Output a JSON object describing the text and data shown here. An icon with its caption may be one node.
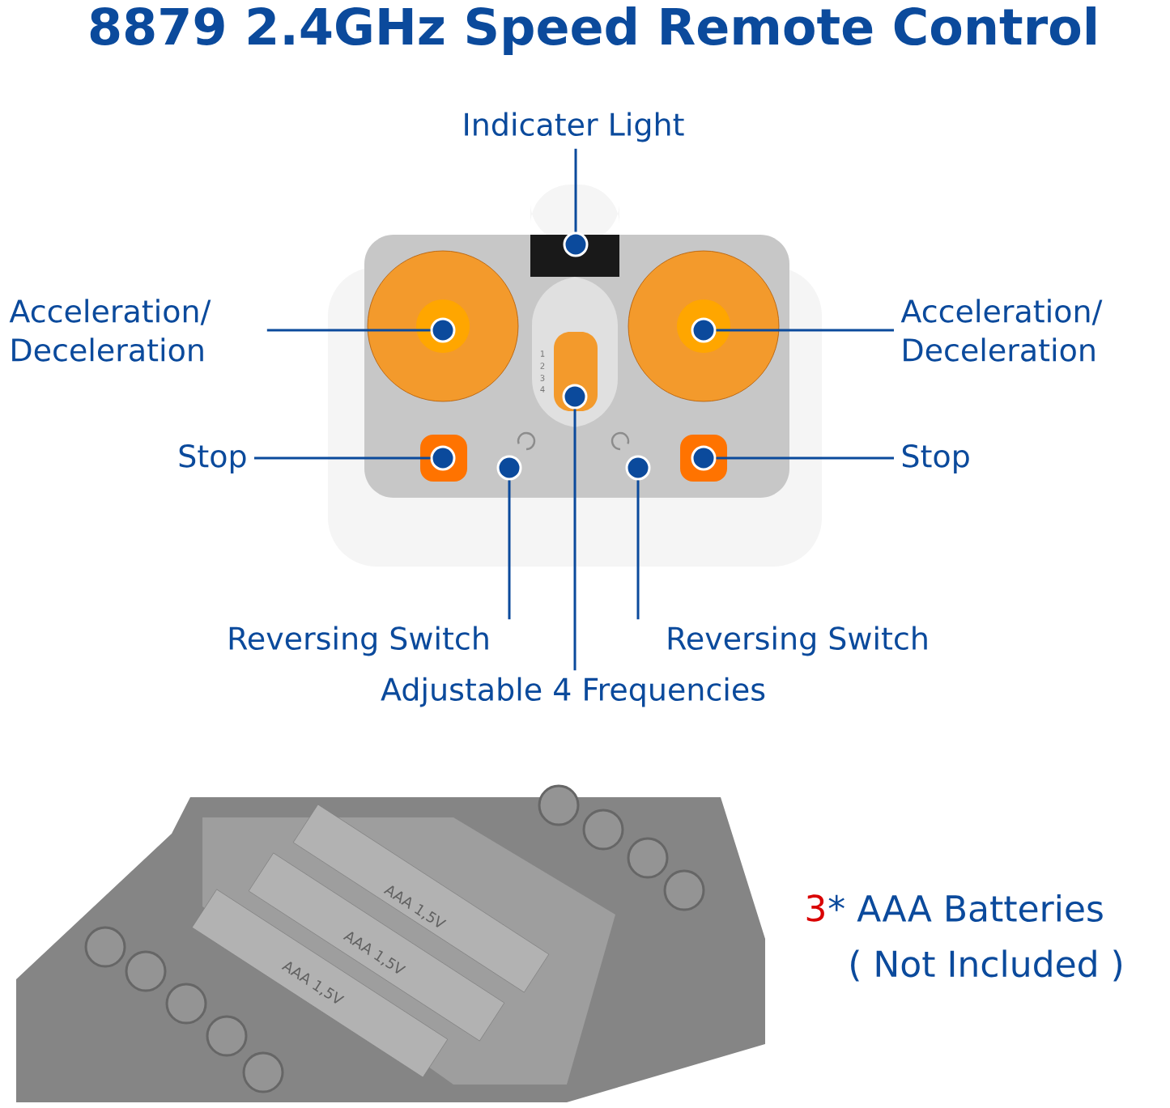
{
  "diagram": {
    "title": "8879 2.4GHz Speed Remote Control",
    "nodes": [
      {
        "text": [
          "Indicater Light"
        ]
      },
      {
        "text": [],
        "shape": "circle"
      },
      {
        "text": [
          "Acceleration/ Deceleration"
        ]
      },
      {
        "text": [],
        "shape": "circle"
      },
      {
        "text": [
          "Acceleration/ Deceleration"
        ]
      },
      {
        "text": [],
        "shape": "circle"
      },
      {
        "text": [
          "Stop"
        ]
      },
      {
        "text": [],
        "shape": "circle"
      },
      {
        "text": [
          "Stop"
        ]
      },
      {
        "text": [],
        "shape": "circle"
      },
      {
        "text": [
          "Reversing Switch"
        ]
      },
      {
        "text": [],
        "shape": "circle"
      },
      {
        "text": [
          "Reversing Switch"
        ]
      },
      {
        "text": [],
        "shape": "circle"
      },
      {
        "text": [
          "Adjustable 4 Frequencies"
        ]
      },
      {
        "text": [],
        "shape": "circle"
      }
    ],
    "edges": [
      {
        "from": 0,
        "to": 1,
        "arrow": "none"
      },
      {
        "from": 2,
        "to": 3,
        "arrow": "none"
      },
      {
        "from": 4,
        "to": 5,
        "arrow": "none"
      },
      {
        "from": 6,
        "to": 7,
        "arrow": "none"
      },
      {
        "from": 8,
        "to": 9,
        "arrow": "none"
      },
      {
        "from": 10,
        "to": 11,
        "arrow": "none"
      },
      {
        "from": 12,
        "to": 13,
        "arrow": "none"
      },
      {
        "from": 14,
        "to": 15,
        "arrow": "none"
      }
    ],
    "labels": [
      "1",
      "2",
      "3",
      "4",
      "AAA 1,5V",
      "AAA 1,5V",
      "AAA 1,5V",
      "3",
      "* AAA Batteries",
      "( Not Included )"
    ]
  }
}
